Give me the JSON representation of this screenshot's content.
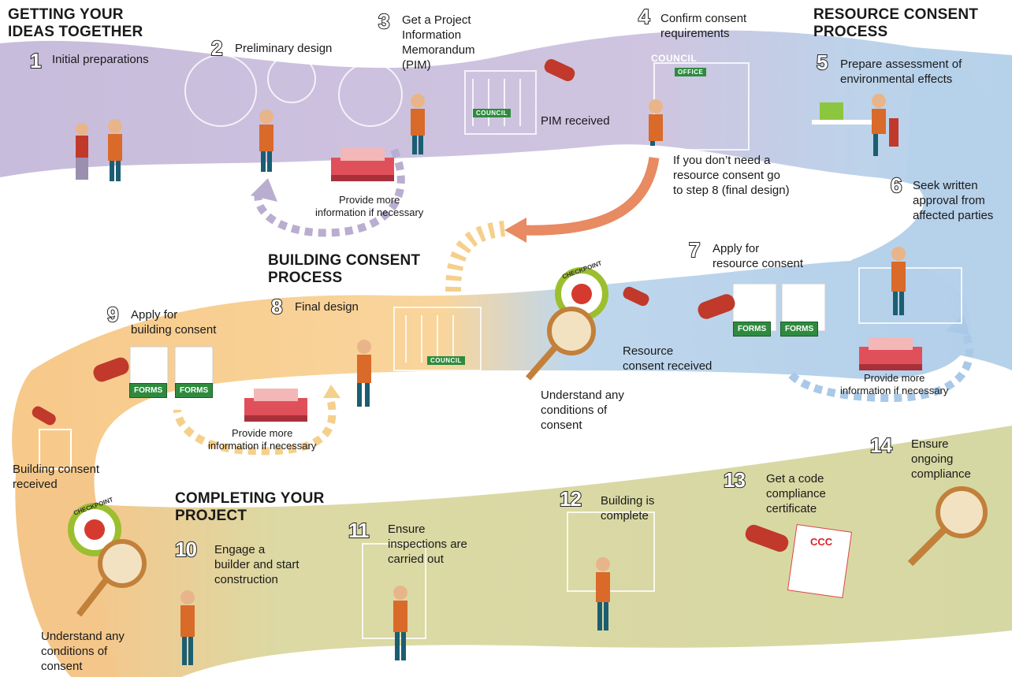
{
  "sections": {
    "getting_ideas": "GETTING YOUR\nIDEAS TOGETHER",
    "resource_consent": "RESOURCE CONSENT\nPROCESS",
    "building_consent": "BUILDING CONSENT\nPROCESS",
    "completing": "COMPLETING YOUR\nPROJECT"
  },
  "steps": [
    {
      "num": "1",
      "label": "Initial preparations"
    },
    {
      "num": "2",
      "label": "Preliminary design"
    },
    {
      "num": "3",
      "label": "Get a Project\nInformation\nMemorandum\n(PIM)"
    },
    {
      "num": "4",
      "label": "Confirm consent\nrequirements"
    },
    {
      "num": "5",
      "label": "Prepare assessment of\nenvironmental effects"
    },
    {
      "num": "6",
      "label": "Seek written\napproval from\naffected parties"
    },
    {
      "num": "7",
      "label": "Apply for\nresource consent"
    },
    {
      "num": "8",
      "label": "Final design"
    },
    {
      "num": "9",
      "label": "Apply for\nbuilding consent"
    },
    {
      "num": "10",
      "label": "Engage a\nbuilder and start\nconstruction"
    },
    {
      "num": "11",
      "label": "Ensure\ninspections are\ncarried out"
    },
    {
      "num": "12",
      "label": "Building is\ncomplete"
    },
    {
      "num": "13",
      "label": "Get a code\ncompliance\ncertificate"
    },
    {
      "num": "14",
      "label": "Ensure\nongoing\ncompliance"
    }
  ],
  "notes": {
    "pim_received": "PIM received",
    "provide_more_1": "Provide more\ninformation if necessary",
    "no_resource": "If you don’t need a\nresource consent go\nto step 8 (final design)",
    "resource_received": "Resource\nconsent received",
    "provide_more_2": "Provide more\ninformation if necessary",
    "understand_1": "Understand any\nconditions of\nconsent",
    "provide_more_3": "Provide more\ninformation if necessary",
    "building_received": "Building consent\nreceived",
    "understand_2": "Understand any\nconditions of\nconsent"
  },
  "signs": {
    "council": "COUNCIL",
    "office": "OFFICE",
    "council_small": "COUNCIL",
    "forms": "FORMS",
    "checkpoint": "CHECKPOINT",
    "ccc": "CCC"
  },
  "colors": {
    "band_purple": "#cbc0dc",
    "band_blue": "#b9d4ea",
    "band_orange": "#f8d08f",
    "band_green": "#d8daa6",
    "arrow_orange": "#e88a62",
    "checkpoint_ring": "#9bbf2e",
    "shirt": "#d96a2a"
  }
}
